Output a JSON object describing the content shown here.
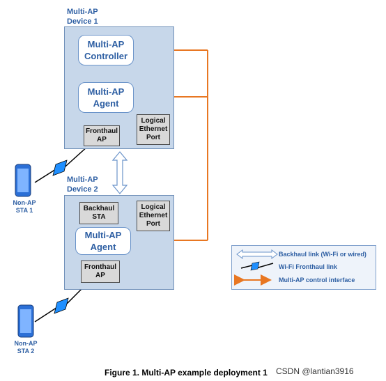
{
  "device1": {
    "label_line1": "Multi-AP",
    "label_line2": "Device 1",
    "controller": {
      "line1": "Multi-AP",
      "line2": "Controller"
    },
    "agent": {
      "line1": "Multi-AP",
      "line2": "Agent"
    },
    "fronthaul_ap": {
      "line1": "Fronthaul",
      "line2": "AP"
    },
    "logical_port": {
      "line1": "Logical",
      "line2": "Ethernet",
      "line3": "Port"
    }
  },
  "device2": {
    "label_line1": "Multi-AP",
    "label_line2": "Device 2",
    "backhaul_sta": {
      "line1": "Backhaul",
      "line2": "STA"
    },
    "logical_port": {
      "line1": "Logical",
      "line2": "Ethernet",
      "line3": "Port"
    },
    "agent": {
      "line1": "Multi-AP",
      "line2": "Agent"
    },
    "fronthaul_ap": {
      "line1": "Fronthaul",
      "line2": "AP"
    }
  },
  "sta1": {
    "line1": "Non-AP",
    "line2": "STA 1"
  },
  "sta2": {
    "line1": "Non-AP",
    "line2": "STA 2"
  },
  "legend": {
    "backhaul": "Backhaul link (Wi-Fi or wired)",
    "fronthaul": "Wi-Fi Fronthaul link",
    "control": "Multi-AP control interface"
  },
  "caption": "Figure 1. Multi-AP example deployment 1",
  "watermark": "CSDN @lantian3916",
  "colors": {
    "accent_orange": "#e87722",
    "device_fill": "#c7d7ea",
    "label_blue": "#2e5fa3"
  }
}
